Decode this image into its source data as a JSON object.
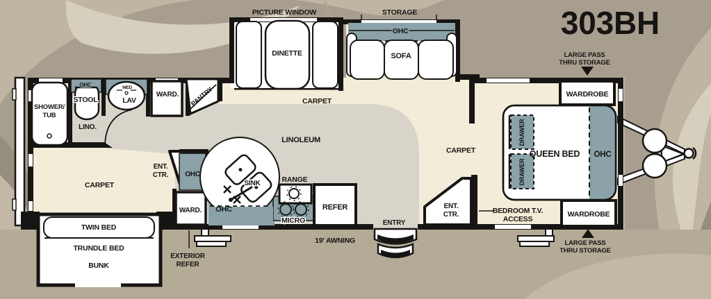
{
  "model": "303BH",
  "colors": {
    "cabinet_teal": "#8aa2a8",
    "carpet": "#f3ecd8",
    "linoleum": "#d9d4ca",
    "wall": "#171513",
    "ground": "#b4ab97",
    "background": "#a89e8f"
  },
  "exterior": {
    "picture_window": "PICTURE WINDOW",
    "storage": "STORAGE",
    "large_pass_thru_top": [
      "LARGE PASS",
      "THRU STORAGE"
    ],
    "large_pass_thru_bottom": [
      "LARGE PASS",
      "THRU STORAGE"
    ],
    "awning": "19' AWNING",
    "entry": "ENTRY",
    "exterior_refer": [
      "EXTERIOR",
      "REFER"
    ]
  },
  "living": {
    "dinette": "DINETTE",
    "sofa": "SOFA",
    "sofa_ohc": "OHC",
    "carpet_center": "CARPET",
    "linoleum": "LINOLEUM"
  },
  "bathroom": {
    "shower_tub": [
      "SHOWER/",
      "TUB"
    ],
    "ohc": "OHC",
    "stool": "STOOL",
    "med": "MED",
    "lav": "LAV",
    "lino": "LINO.",
    "ward": "WARD.",
    "pantry": "PANTRY"
  },
  "kitchen": {
    "ent_ctr": [
      "ENT.",
      "CTR."
    ],
    "ohc_upper": "OHC",
    "ward": "WARD.",
    "ohc_lower": "OHC",
    "sink": "SINK",
    "range": "RANGE",
    "micro": "MICRO",
    "refer": "REFER"
  },
  "bunk_room": {
    "carpet": "CARPET",
    "twin_bed": "TWIN BED",
    "trundle_bed": "TRUNDLE BED",
    "bunk": "BUNK"
  },
  "bedroom": {
    "carpet": "CARPET",
    "queen_bed": "QUEEN BED",
    "ohc": "OHC",
    "drawer_top": "DRAWER",
    "drawer_bottom": "DRAWER",
    "wardrobe_top": "WARDROBE",
    "wardrobe_bottom": "WARDROBE",
    "ent_ctr": [
      "ENT.",
      "CTR."
    ],
    "tv_access": [
      "BEDROOM T.V.",
      "ACCESS"
    ]
  }
}
